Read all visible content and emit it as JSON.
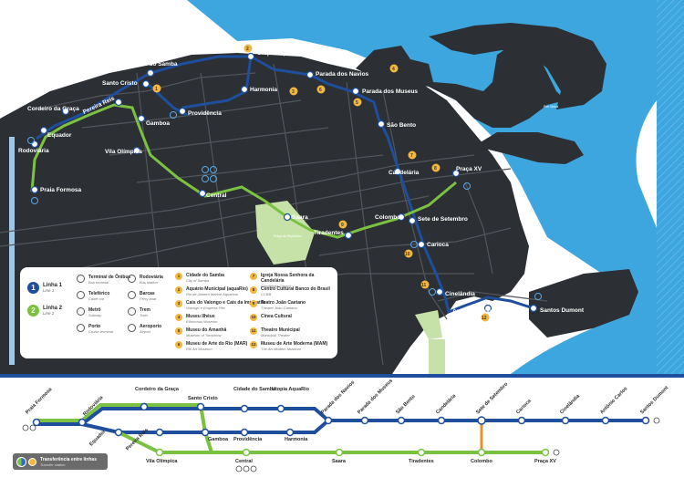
{
  "colors": {
    "water": "#3ea6df",
    "land": "#2c2f33",
    "road": "#5a5d62",
    "line1": "#1e4e9c",
    "line2": "#7cc242",
    "poi": "#f3b63f",
    "park": "#c7e2a8",
    "transfer_line": "#e0932e"
  },
  "map_stations": {
    "cidade_do_samba": "Cidade do Samba",
    "utopia_aquario": "Utopia AquaRio",
    "parada_dos_navios": "Parada dos Navios",
    "parada_dos_museus": "Parada dos Museus",
    "harmonia": "Harmonia",
    "santo_cristo": "Santo Cristo",
    "providencia": "Providência",
    "gamboa": "Gamboa",
    "cordeiro_da_graca": "Cordeiro da Graça",
    "pereira_reis": "Pereira Reis",
    "equador": "Equador",
    "rodoviaria": "Rodoviária",
    "vila_olimpica": "Vila Olímpica",
    "praia_formosa": "Praia Formosa",
    "sao_bento": "São Bento",
    "candelaria": "Candelária",
    "praca_xv": "Praça XV",
    "central": "Central",
    "saara": "Saara",
    "colombo": "Colombo",
    "sete_de_setembro": "Sete de Setembro",
    "tiradentes": "Tiradentes",
    "carioca": "Carioca",
    "cinelandia": "Cinelândia",
    "antonio_carlos": "Antônio Carlos",
    "santos_dumont": "Santos Dumont"
  },
  "map_poi_numbers": [
    "1",
    "2",
    "3",
    "4",
    "5",
    "6",
    "7",
    "8",
    "9",
    "10",
    "11",
    "12"
  ],
  "map_small_labels": {
    "park": "Praça da República",
    "ramp": "Píer Mauá"
  },
  "legend": {
    "lines": [
      {
        "num": "1",
        "name": "Linha 1",
        "sub": "Line 1"
      },
      {
        "num": "2",
        "name": "Linha 2",
        "sub": "Line 2"
      }
    ],
    "icons_col1": [
      {
        "name": "Terminal de Ônibus",
        "sub": "Bus terminal"
      },
      {
        "name": "Teleférico",
        "sub": "Cable car"
      },
      {
        "name": "Metrô",
        "sub": "Subway"
      },
      {
        "name": "Porto",
        "sub": "Cruise terminal"
      }
    ],
    "icons_col2": [
      {
        "name": "Rodoviária",
        "sub": "Bus station"
      },
      {
        "name": "Barcas",
        "sub": "Ferry boat"
      },
      {
        "name": "Trem",
        "sub": "Train"
      },
      {
        "name": "Aeroporto",
        "sub": "Airport"
      }
    ],
    "poi_col1": [
      {
        "n": "1",
        "name": "Cidade do Samba",
        "sub": "City of Samba"
      },
      {
        "n": "2",
        "name": "Aquário Municipal (aquaRio)",
        "sub": "Rio de Janeiro Marine Aquarium"
      },
      {
        "n": "3",
        "name": "Cais do Valongo e Cais da Imperatriz",
        "sub": "Valongo e Empress Pier"
      },
      {
        "n": "4",
        "name": "Museu Ilhéus",
        "sub": "Ethnomus Museum"
      },
      {
        "n": "5",
        "name": "Museu do Amanhã",
        "sub": "Museum of Tomorrow"
      },
      {
        "n": "6",
        "name": "Museu de Arte do Rio (MAR)",
        "sub": "Rio Art Museum"
      }
    ],
    "poi_col2": [
      {
        "n": "7",
        "name": "Igreja Nossa Senhora da Candelária",
        "sub": "Candelaria Church"
      },
      {
        "n": "8",
        "name": "Centro Cultural Banco do Brasil",
        "sub": "CCBB"
      },
      {
        "n": "9",
        "name": "Teatro João Caetano",
        "sub": "Theater Joao Caetano"
      },
      {
        "n": "10",
        "name": "Cinea Cultural",
        "sub": ""
      },
      {
        "n": "11",
        "name": "Theatro Municipal",
        "sub": "Municipal Theater"
      },
      {
        "n": "12",
        "name": "Museu de Arte Moderna (MAM)",
        "sub": "The Art Modern Museum"
      }
    ]
  },
  "schematic": {
    "top_row": [
      "Praia Formosa",
      "Rodoviária",
      "Cordeiro da Graça",
      "Santo Cristo",
      "Cidade do Samba",
      "Utopia AquaRio",
      "Parada dos Navios",
      "Parada dos Museus",
      "São Bento",
      "Candelária",
      "Sete de Setembro",
      "Carioca",
      "Cinelândia",
      "Antônio Carlos",
      "Santos Dumont"
    ],
    "mid_row": [
      "Equador",
      "Gamboa",
      "Providência",
      "Harmonia"
    ],
    "pereira_reis": "Pereira Reis",
    "bottom_row": [
      "Vila Olímpica",
      "Central",
      "Saara",
      "Tiradentes",
      "Colombo",
      "Praça XV"
    ],
    "transfer": {
      "title": "Transferência entre linhas",
      "sub": "Transfer station"
    }
  }
}
